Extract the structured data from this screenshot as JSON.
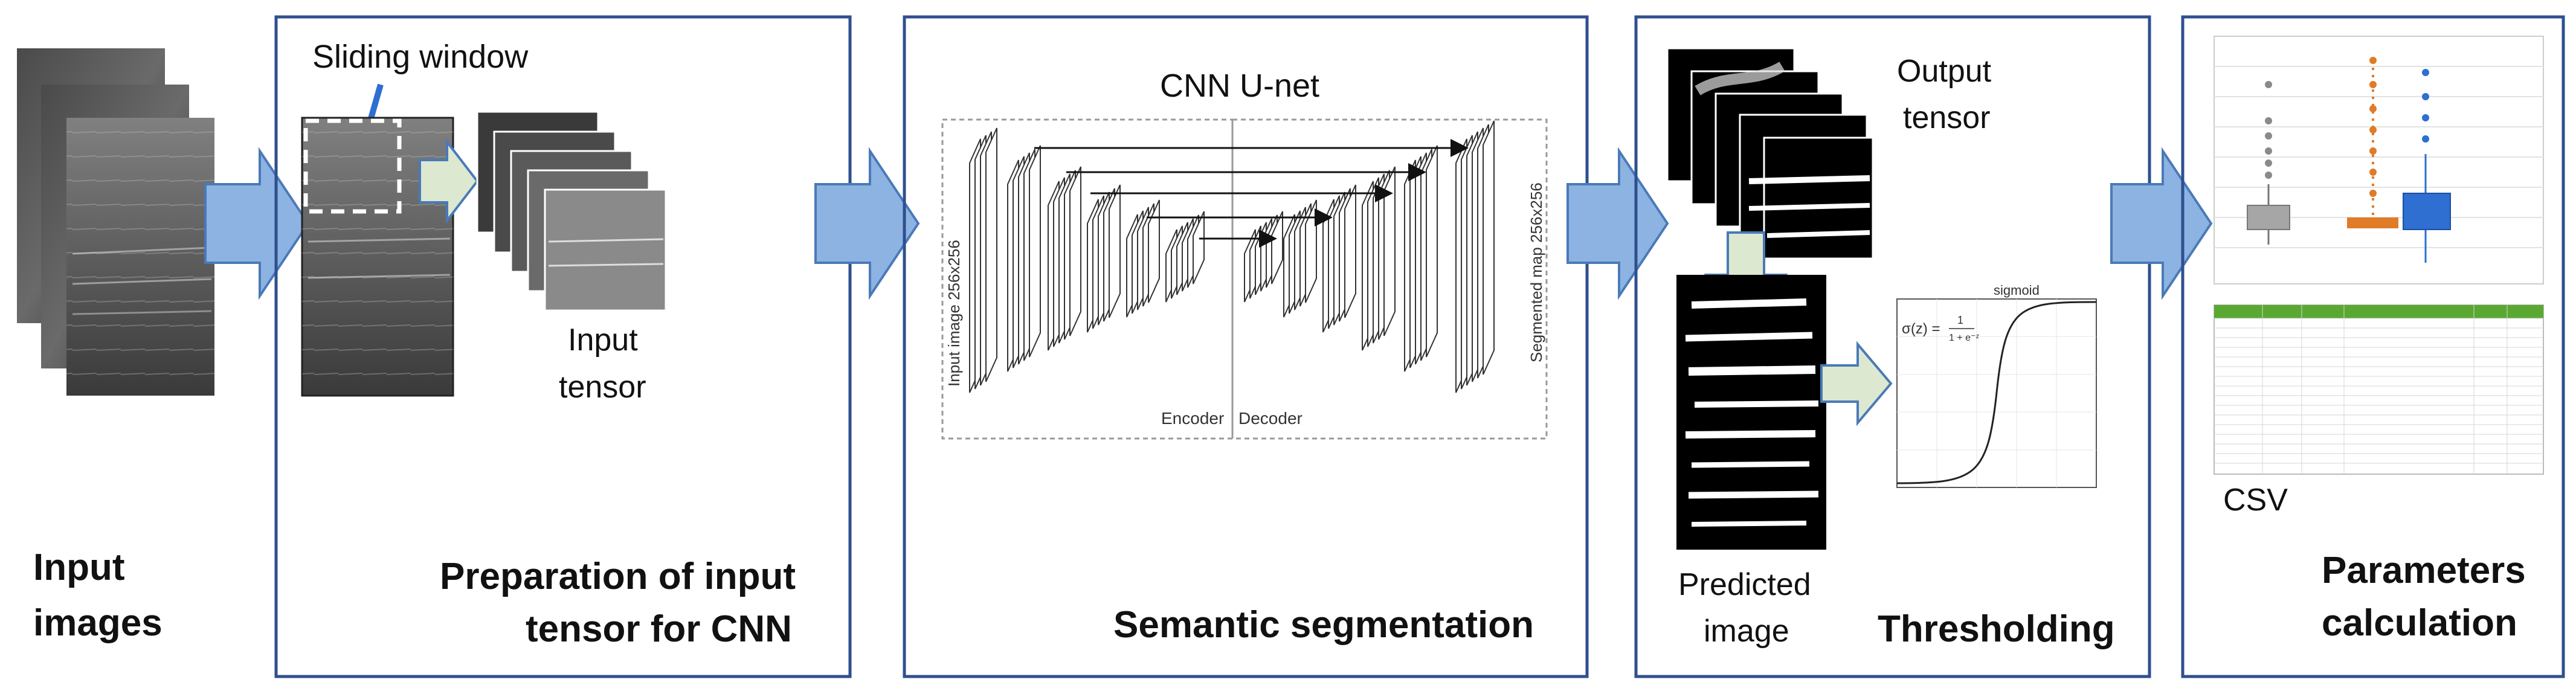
{
  "stages": {
    "input_images": {
      "line1": "Input",
      "line2": "images"
    },
    "preparation": {
      "title_line1": "Preparation of input",
      "title_line2": "tensor for CNN",
      "sliding_window": "Sliding window",
      "input_tensor_line1": "Input",
      "input_tensor_line2": "tensor"
    },
    "segmentation": {
      "title": "Semantic segmentation",
      "cnn_label": "CNN U-net",
      "input_image_label": "Input image 256x256",
      "segmented_map_label": "Segmented map 256x256",
      "encoder": "Encoder",
      "decoder": "Decoder"
    },
    "thresholding": {
      "title": "Thresholding",
      "output_tensor_line1": "Output",
      "output_tensor_line2": "tensor",
      "predicted_line1": "Predicted",
      "predicted_line2": "image",
      "sigmoid_title": "sigmoid",
      "sigmoid_formula_lhs": "σ(z) =",
      "sigmoid_formula_num": "1",
      "sigmoid_formula_den": "1 + e⁻ᶻ"
    },
    "parameters": {
      "title_line1": "Parameters",
      "title_line2": "calculation",
      "csv_label": "CSV"
    }
  },
  "colors": {
    "panel_border": "#2f4f8f",
    "arrow_fill": "#8db3e2",
    "arrow_stroke": "#4a7ab8",
    "light_arrow_fill": "#dde8d0",
    "pointer_blue": "#2e6fd1",
    "box_gray": "#a6a6a6",
    "box_orange": "#e07b28",
    "box_blue": "#2e6fd1",
    "csv_header": "#5aa832"
  }
}
